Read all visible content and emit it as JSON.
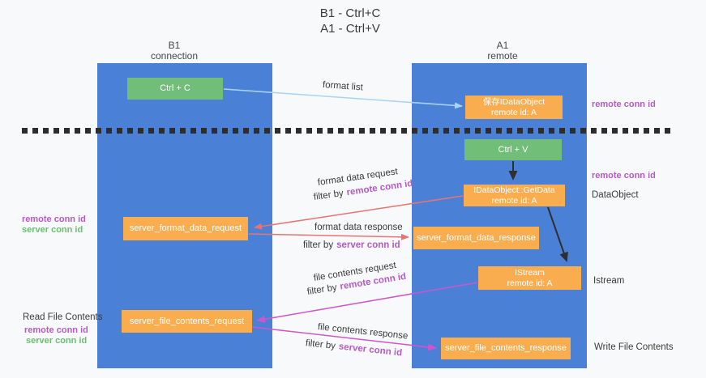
{
  "title": {
    "line1": "B1 - Ctrl+C",
    "line2": "A1 - Ctrl+V"
  },
  "lanes": {
    "left": {
      "name": "B1",
      "role": "connection"
    },
    "right": {
      "name": "A1",
      "role": "remote"
    }
  },
  "nodes": {
    "ctrl_c": "Ctrl + C",
    "ctrl_v": "Ctrl + V",
    "save_idataobject": {
      "line1": "保存IDataObject",
      "line2": "remote id: A"
    },
    "getdata": {
      "line1": "IDataObject::GetData",
      "line2": "remote id: A"
    },
    "istream": {
      "line1": "IStream",
      "line2": "remote id: A"
    },
    "server_format_data_request": "server_format_data_request",
    "server_format_data_response": "server_format_data_response",
    "server_file_contents_request": "server_file_contents_request",
    "server_file_contents_response": "server_file_contents_response"
  },
  "edge_labels": {
    "format_list": "format list",
    "format_data_request": "format data request",
    "format_data_response": "format data response",
    "file_contents_request": "file contents request",
    "file_contents_response": "file contents response",
    "filter_by": "filter by",
    "remote_conn_id": "remote conn id",
    "server_conn_id": "server conn id"
  },
  "side_labels": {
    "remote_conn_id": "remote conn id",
    "server_conn_id": "server conn id",
    "dataobject": "DataObject",
    "istream": "Istream",
    "read_file_contents": "Read File Contents",
    "write_file_contents": "Write File Contents"
  },
  "colors": {
    "lane_blue": "#4a81d7",
    "box_orange": "#f9ad4f",
    "box_green": "#70be77",
    "arrow_light_blue": "#a9d4f5",
    "arrow_red": "#e87373",
    "arrow_magenta": "#cf55cd",
    "arrow_black": "#2f2f2f",
    "label_purple": "#b45bc5",
    "label_green": "#6cbf72",
    "text_dark": "#3b3b3b"
  }
}
